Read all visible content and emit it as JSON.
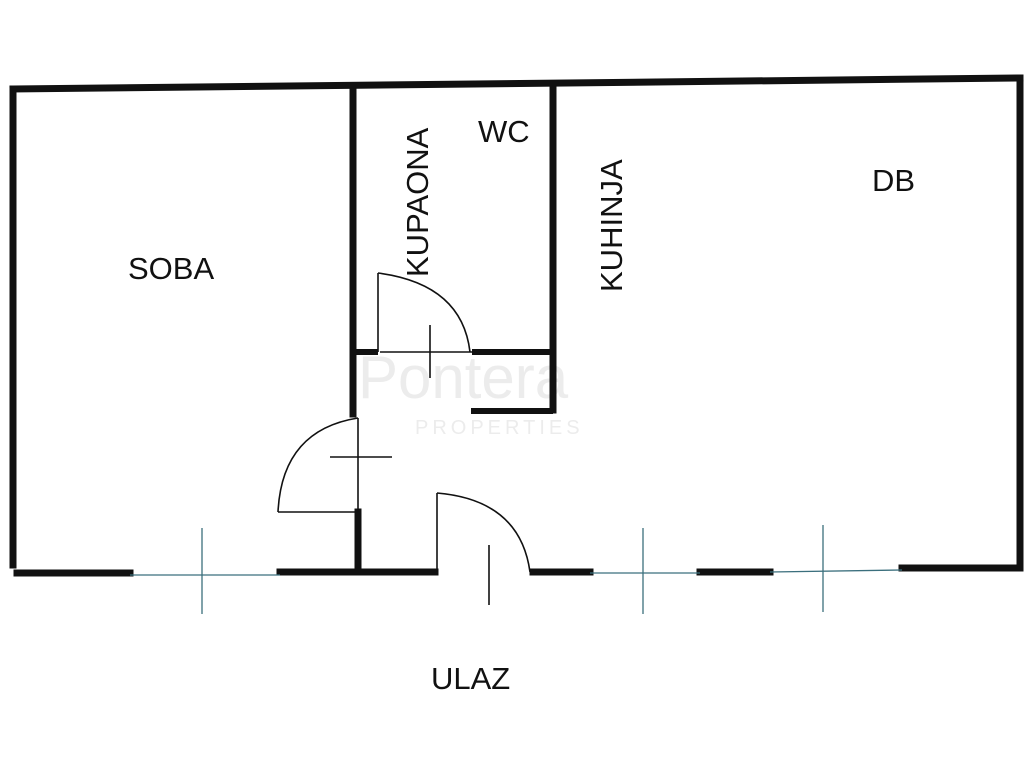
{
  "rooms": {
    "soba": "SOBA",
    "kupaona": "KUPAONA",
    "wc": "WC",
    "kuhinja": "KUHINJA",
    "db": "DB",
    "ulaz": "ULAZ"
  },
  "watermark": {
    "brand": "Pontera",
    "sub": "PROPERTIES"
  },
  "colors": {
    "wall": "#111111",
    "window": "#3b6f7d",
    "background": "#ffffff"
  }
}
